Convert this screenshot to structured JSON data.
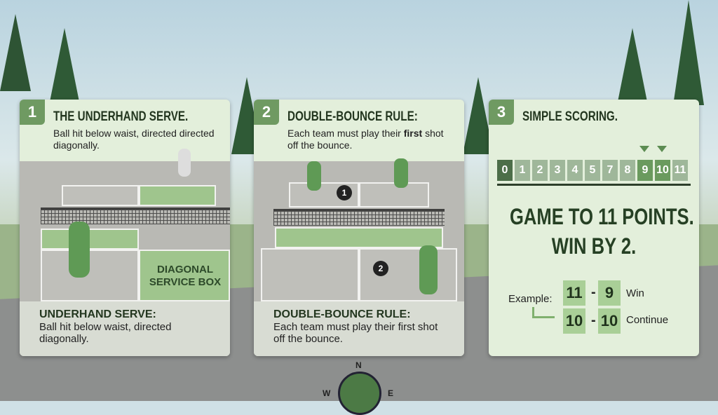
{
  "cards": [
    {
      "number": "1",
      "title": "THE UNDERHAND SERVE.",
      "subtitle": "Ball hit below waist, directed directed diagonally.",
      "court_label": "DIAGONAL SERVICE BOX",
      "bottom_title": "UNDERHAND SERVE:",
      "bottom_text": "Ball hit below waist, directed diagonally."
    },
    {
      "number": "2",
      "title": "DOUBLE-BOUNCE RULE:",
      "subtitle_pre": "Each team must play their ",
      "subtitle_bold": "first",
      "subtitle_post": " shot off the bounce.",
      "markers": [
        "1",
        "2"
      ],
      "bottom_title": "DOUBLE-BOUNCE RULE:",
      "bottom_text": "Each team must play their first shot off the bounce."
    },
    {
      "number": "3",
      "title": "SIMPLE SCORING.",
      "scoreboard": [
        "0",
        "1",
        "2",
        "3",
        "4",
        "5",
        "7",
        "8",
        "9",
        "10",
        "11"
      ],
      "headline_1": "GAME TO 11 POINTS.",
      "headline_2": "WIN BY 2.",
      "example_label": "Example:",
      "examples": [
        {
          "a": "11",
          "sep": "-",
          "b": "9",
          "result": "Win"
        },
        {
          "a": "10",
          "sep": "-",
          "b": "10",
          "result": "Continue"
        }
      ]
    }
  ],
  "compass": {
    "n": "N",
    "w": "W",
    "e": "E"
  },
  "colors": {
    "accent": "#6f9a62",
    "card": "#e3efdb",
    "court_green": "#9fc58d"
  }
}
